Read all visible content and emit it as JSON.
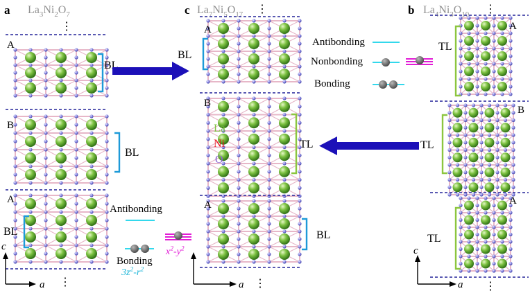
{
  "panels": {
    "a": {
      "letter": "a",
      "formula": [
        {
          "t": "La",
          "s": "n"
        },
        {
          "t": "3",
          "s": "sub"
        },
        {
          "t": "Ni",
          "s": "n"
        },
        {
          "t": "2",
          "s": "sub"
        },
        {
          "t": "O",
          "s": "n"
        },
        {
          "t": "7",
          "s": "sub"
        }
      ],
      "layers": [
        "A",
        "B",
        "A"
      ],
      "unit_labels": [
        "BL",
        "BL",
        "BL"
      ]
    },
    "c": {
      "letter": "c",
      "formula": [
        {
          "t": "La",
          "s": "n"
        },
        {
          "t": "7",
          "s": "sub"
        },
        {
          "t": "Ni",
          "s": "n"
        },
        {
          "t": "5",
          "s": "sub"
        },
        {
          "t": "O",
          "s": "n"
        },
        {
          "t": "17",
          "s": "sub"
        }
      ],
      "layers": [
        "A",
        "B",
        "A"
      ],
      "unit_labels": [
        "BL",
        "TL",
        "BL"
      ]
    },
    "b": {
      "letter": "b",
      "formula": [
        {
          "t": "La",
          "s": "n"
        },
        {
          "t": "4",
          "s": "sub"
        },
        {
          "t": "Ni",
          "s": "n"
        },
        {
          "t": "3",
          "s": "sub"
        },
        {
          "t": "O",
          "s": "n"
        },
        {
          "t": "10",
          "s": "sub"
        }
      ],
      "layers": [
        "A",
        "B",
        "A"
      ],
      "unit_labels": [
        "TL",
        "TL",
        "TL"
      ]
    }
  },
  "legend_top": {
    "antibonding": "Antibonding",
    "nonbonding": "Nonbonding",
    "bonding": "Bonding"
  },
  "legend_bottom": {
    "antibonding": "Antibonding",
    "bonding": "Bonding",
    "orbital_z2": [
      {
        "t": "3z",
        "s": "n"
      },
      {
        "t": "2",
        "s": "sup"
      },
      {
        "t": "-r",
        "s": "n"
      },
      {
        "t": "2",
        "s": "sup"
      }
    ],
    "orbital_x2y2": [
      {
        "t": "x",
        "s": "n"
      },
      {
        "t": "2",
        "s": "sup"
      },
      {
        "t": "-y",
        "s": "n"
      },
      {
        "t": "2",
        "s": "sup"
      }
    ]
  },
  "elements": [
    {
      "symbol": "La",
      "color": "#7dc242"
    },
    {
      "symbol": "Ni",
      "color": "#e8141e"
    },
    {
      "symbol": "O",
      "color": "#8a63d2"
    }
  ],
  "axes": {
    "vertical": "c",
    "horizontal": "a"
  },
  "ellipsis": "⋮",
  "colors": {
    "la": "#5fae35",
    "o": "#7476d8",
    "bond": "#e7b7c8",
    "bl_bracket": "#1d9ad8",
    "tl_bracket": "#8cc63f",
    "arrow": "#1c10b8",
    "antibonding": "#33d8ec",
    "nonbonding": "#e21bd6",
    "electron": "#707070",
    "dashed": "#222299"
  }
}
